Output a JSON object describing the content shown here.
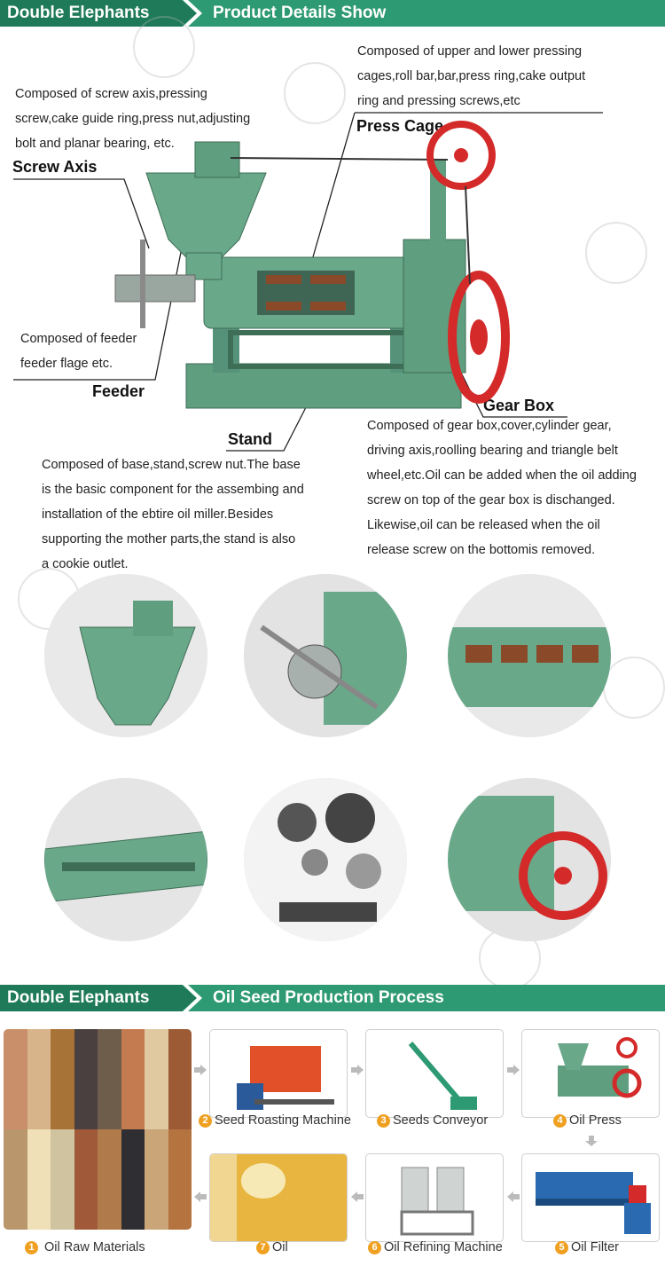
{
  "banner_top": {
    "brand": "Double Elephants",
    "title": "Product Details Show"
  },
  "annotations": {
    "screw_axis": {
      "desc": [
        "Composed of screw axis,pressing",
        "screw,cake guide ring,press nut,adjusting",
        "bolt and planar bearing, etc."
      ],
      "name": "Screw Axis"
    },
    "press_cage": {
      "desc": [
        "Composed of upper and lower pressing",
        "cages,roll bar,bar,press ring,cake output",
        "ring and pressing screws,etc"
      ],
      "name": "Press Cage"
    },
    "feeder": {
      "desc": [
        "Composed of feeder",
        "feeder flage etc."
      ],
      "name": "Feeder"
    },
    "gear_box": {
      "desc": [
        "Composed of gear box,cover,cylinder gear,",
        "driving axis,roolling bearing and triangle belt",
        "wheel,etc.Oil can be added when the oil adding",
        "screw on top of the gear box is dischanged.",
        "Likewise,oil can be released when the oil",
        "release screw on the bottomis removed."
      ],
      "name": "Gear Box"
    },
    "stand": {
      "desc": [
        "Composed of base,stand,screw nut.The base",
        "is the basic component for the assembing and",
        "installation of the ebtire oil miller.Besides",
        "supporting the mother parts,the stand is also",
        "a cookie outlet."
      ],
      "name": "Stand"
    }
  },
  "banner_bottom": {
    "brand": "Double Elephants",
    "title": "Oil Seed Production Process"
  },
  "process": [
    {
      "num": "1",
      "label": "Oil Raw Materials"
    },
    {
      "num": "2",
      "label": "Seed Roasting Machine"
    },
    {
      "num": "3",
      "label": "Seeds Conveyor"
    },
    {
      "num": "4",
      "label": "Oil Press"
    },
    {
      "num": "5",
      "label": "Oil Filter"
    },
    {
      "num": "6",
      "label": "Oil Refining Machine"
    },
    {
      "num": "7",
      "label": "Oil"
    }
  ],
  "colors": {
    "banner_green": "#2e9a73",
    "machine_green": "#5f9e7e",
    "accent_red": "#d42a2a",
    "step_number": "#f0a020"
  }
}
